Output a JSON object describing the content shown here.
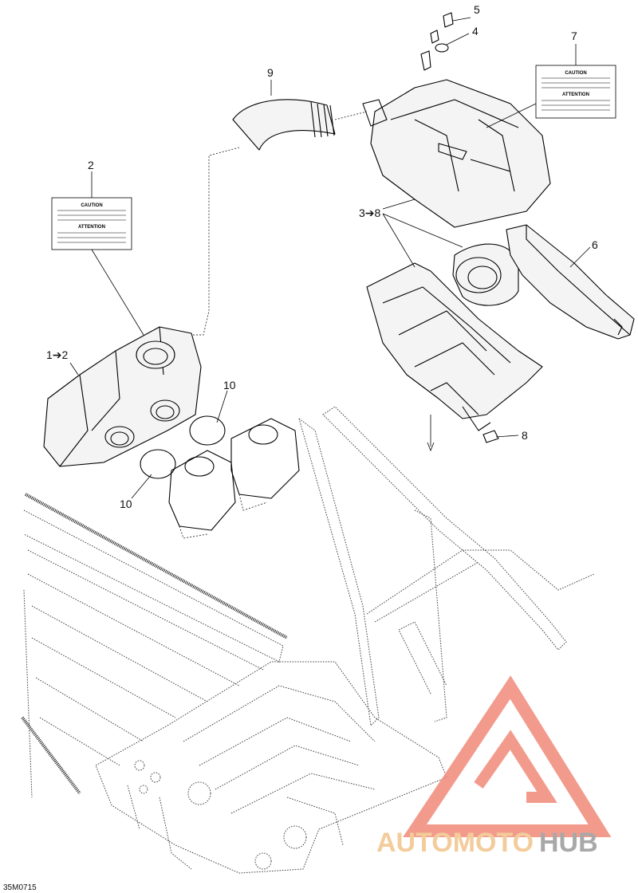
{
  "figure_code": "35M0715",
  "callouts": {
    "c1": "1➔2",
    "c2": "2",
    "c3": "3➔8",
    "c4": "4",
    "c5": "5",
    "c6": "6",
    "c7": "7",
    "c8": "8",
    "c9": "9",
    "c10a": "10",
    "c10b": "10"
  },
  "label_left": {
    "title1": "CAUTION",
    "title2": "ATTENTION"
  },
  "label_right": {
    "title1": "CAUTION",
    "title2": "ATTENTION"
  },
  "watermark": {
    "part1": "AUTOMOTO",
    "part2": "HUB",
    "color_main": "#f08a7a",
    "color_accent": "#f2c48a",
    "color_dark": "#9a9a9a"
  }
}
